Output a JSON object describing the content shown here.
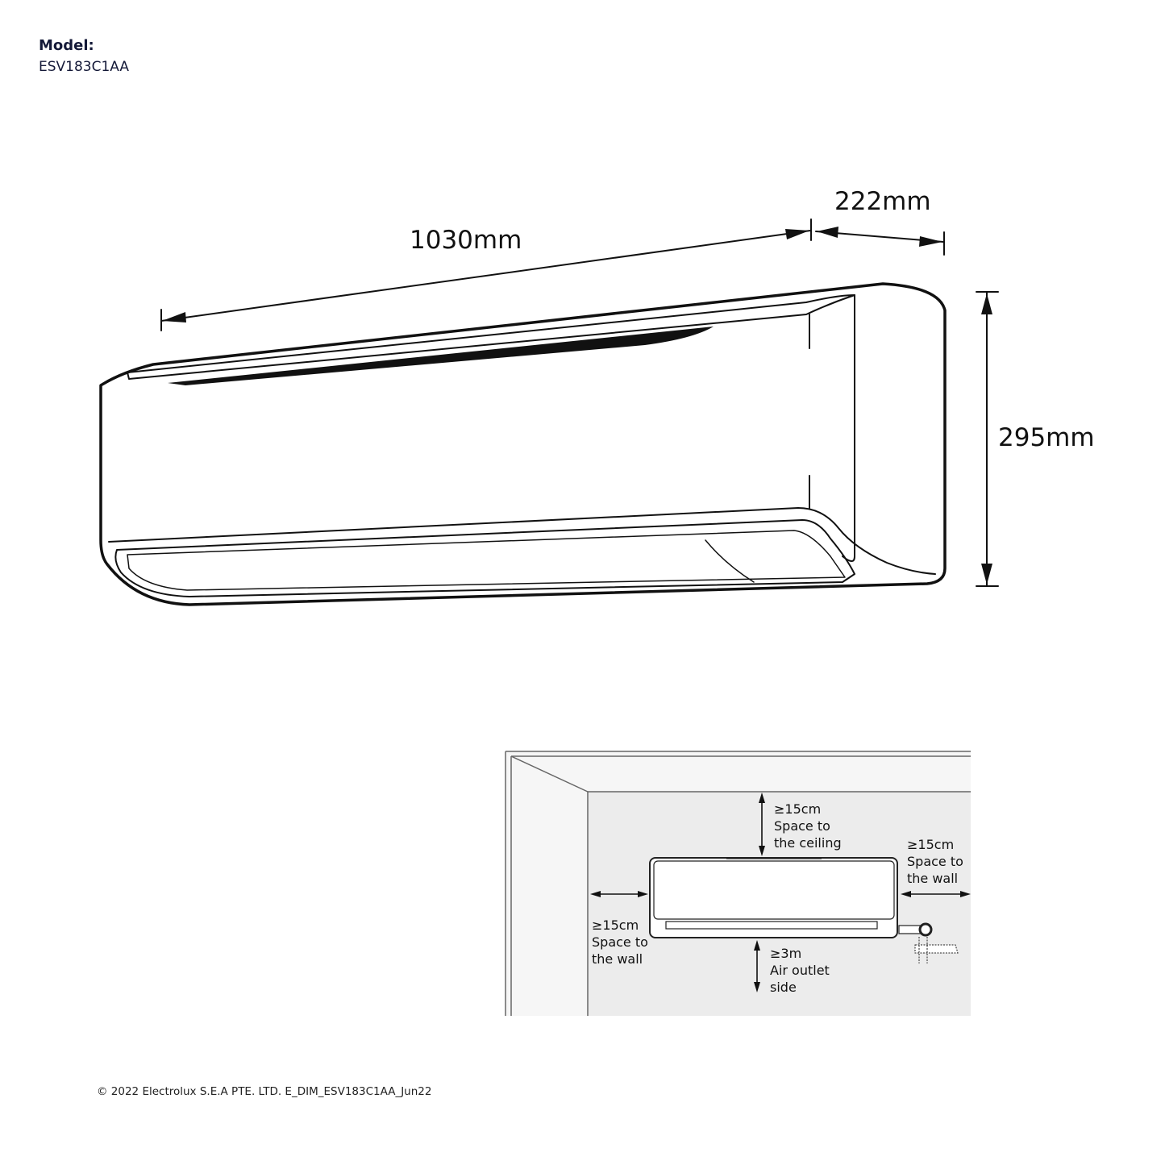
{
  "header": {
    "model_label": "Model:",
    "model_value": "ESV183C1AA"
  },
  "dimensions": {
    "width": "1030mm",
    "depth": "222mm",
    "height": "295mm"
  },
  "clearance": {
    "ceiling": {
      "value": "≥15cm",
      "line1": "Space to",
      "line2": "the ceiling"
    },
    "right_wall": {
      "value": "≥15cm",
      "line1": "Space to",
      "line2": "the wall"
    },
    "left_wall": {
      "value": "≥15cm",
      "line1": "Space to",
      "line2": "the wall"
    },
    "outlet": {
      "value": "≥3m",
      "line1": "Air outlet",
      "line2": "side"
    }
  },
  "footer": "© 2022 Electrolux S.E.A PTE. LTD. E_DIM_ESV183C1AA_Jun22",
  "colors": {
    "text": "#141938",
    "room_wall": "#ececec"
  }
}
